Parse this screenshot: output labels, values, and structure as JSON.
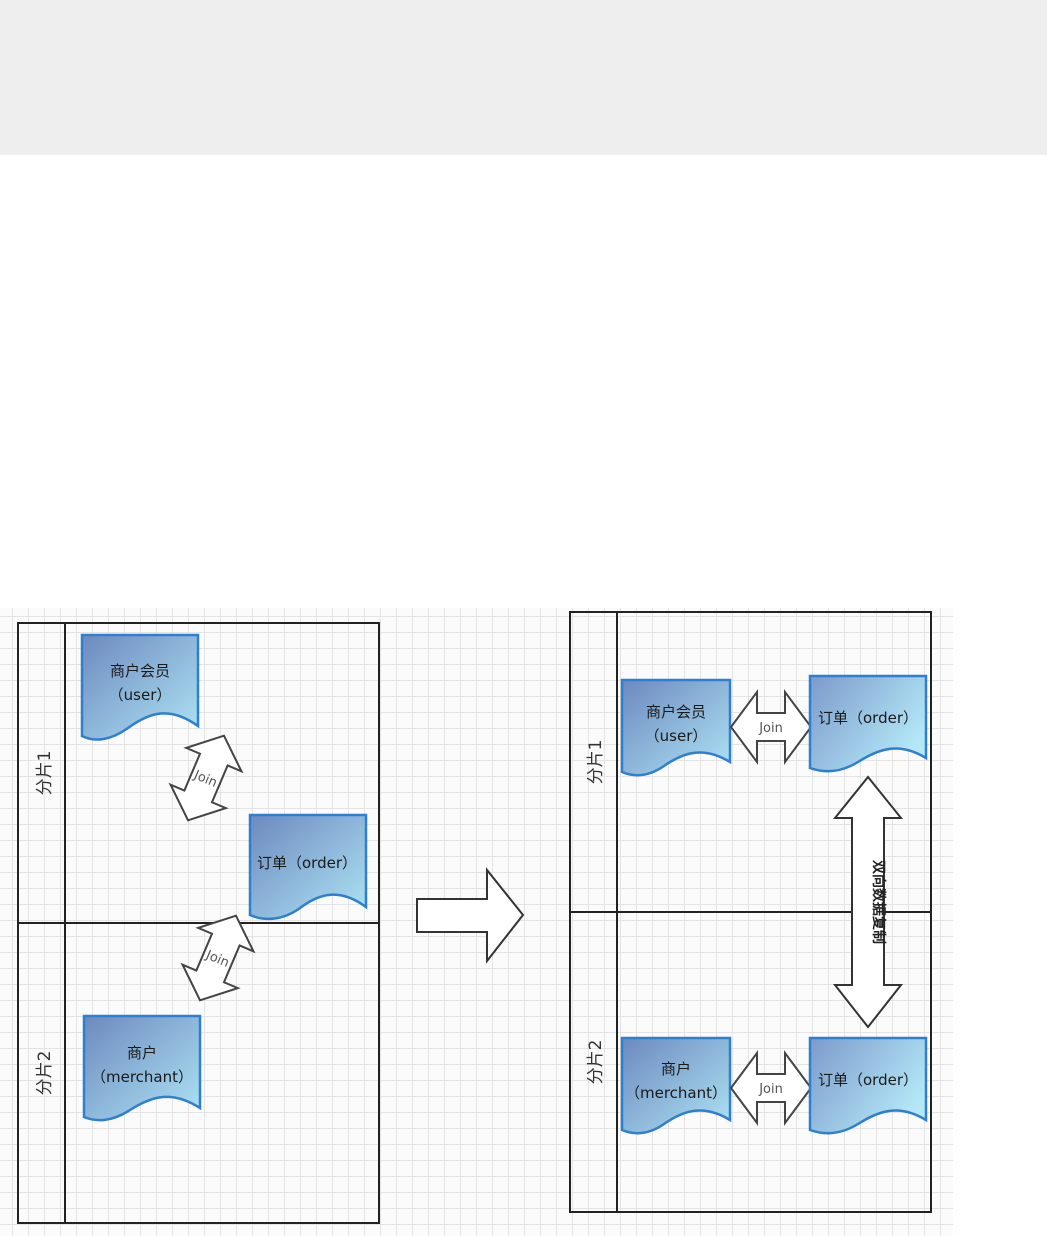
{
  "left_diagram": {
    "lanes": [
      {
        "label": "分片1"
      },
      {
        "label": "分片2"
      }
    ],
    "docs": {
      "user": {
        "line1": "商户会员",
        "line2": "（user）"
      },
      "order": {
        "line1": "订单（order）"
      },
      "merchant": {
        "line1": "商户",
        "line2": "（merchant）"
      }
    },
    "joins": [
      "Join",
      "Join"
    ]
  },
  "transition_arrow": "right-arrow-icon",
  "right_diagram": {
    "lanes": [
      {
        "label": "分片1"
      },
      {
        "label": "分片2"
      }
    ],
    "shard1": {
      "user": {
        "line1": "商户会员",
        "line2": "（user）"
      },
      "join": "Join",
      "order": {
        "line1": "订单（order）"
      }
    },
    "shard2": {
      "merchant": {
        "line1": "商户",
        "line2": "（merchant）"
      },
      "join": "Join",
      "order": {
        "line1": "订单（order）"
      }
    },
    "replication_label": "双向数据复制"
  },
  "colors": {
    "doc_fill_dark": "#6f8fc4",
    "doc_fill_light": "#a9dff1",
    "doc_stroke": "#2f7fd1",
    "frame": "#222222",
    "arrow_fill": "#ffffff",
    "arrow_stroke": "#444444"
  }
}
